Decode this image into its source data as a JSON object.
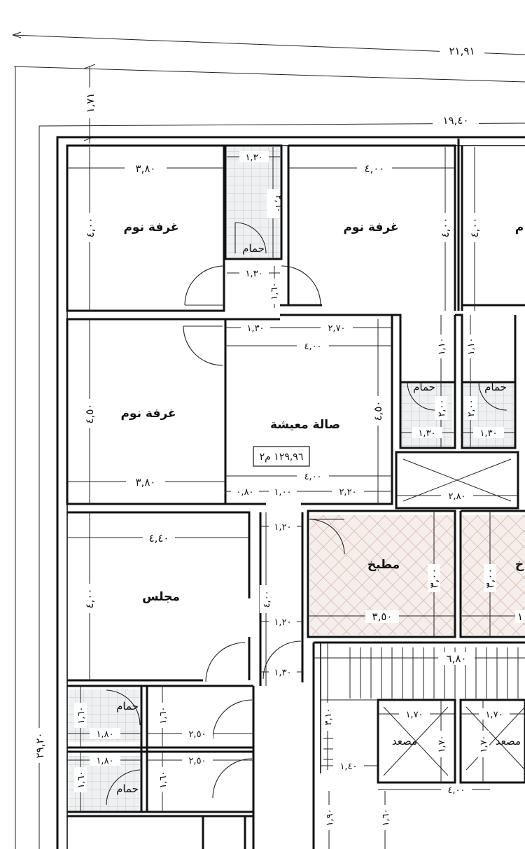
{
  "overall": {
    "top_width": "٢١,٩١",
    "inner_width": "١٩,٤٠",
    "setback": "١,٧١",
    "total_height": "٢٩,٢٠"
  },
  "rooms": {
    "bedroom_1": "غرفة نوم",
    "bedroom_2": "غرفة نوم",
    "bedroom_3": "غرفة نوم",
    "bedroom_partial": "م",
    "living": "صالة معيشة",
    "living_area": "١٢٩,٩٦ م٢",
    "kitchen": "مطبخ",
    "kitchen_partial": "خ",
    "majlis": "مجلس",
    "bath_1": "حمام",
    "bath_2": "حمام",
    "bath_3": "حمام",
    "bath_4": "حمام",
    "bath_5": "حمام",
    "elevator_1": "مصعد",
    "elevator_2": "مصعد"
  },
  "dims": {
    "bed1_w": "٣,٨٠",
    "bed1_h": "٤,٠٠",
    "bath_top_w": "١,٣٠",
    "bath_top_h": "٢,٦٠",
    "corr_w": "١,٣٠",
    "corr_h": "١,٦٠",
    "bed2_w": "٤,٠٠",
    "bed2_h": "٤,٠٠",
    "bed3_h_partial": "٤,٠٠",
    "corr2_w": "١,٣٠",
    "living_top_w": "٢,٧٠",
    "living_w": "٤,٠٠",
    "living_h": "٤,٥٠",
    "bed_left_h": "٤,٥٠",
    "bed_left_w": "٣,٨٠",
    "living_bot_w": "٤,٠٠",
    "seg_a": "٠,٨٠",
    "seg_b": "١,٠٠",
    "seg_c": "٢,٢٠",
    "bath_mid_h": "١,١٠",
    "bath_mid_h2": "١,١٠",
    "bath_mid_dim": "٢,٠٠",
    "bath_mid_dim2": "٢,٠٠",
    "bath_mid_w": "١,٣٠",
    "bath_mid_w2": "١,٣٠",
    "shaft_w": "٢,٨٠",
    "majlis_w": "٤,٤٠",
    "majlis_h": "٤,٠٠",
    "hall_1": "١,٢٠",
    "hall_2": "١,٢٠",
    "hall_3": "١,٣٠",
    "hall_h": "٤,٠٠",
    "kitchen_h": "٣,٠٠",
    "kitchen_w": "٣,٥٠",
    "kitchen2_h": "٣,٠٠",
    "kitchen2_w": "١",
    "stair_w": "٦,٨٠",
    "stair_h": "٣,١٠",
    "elev_w1": "١,٧٠",
    "elev_h1": "١,٧٠",
    "elev_w2": "١,٧٠",
    "elev_h2": "١,٧٠",
    "landing_w": "١,٤٠",
    "landing_w2": "٤,٠٠",
    "bath_b1_h": "١,٦٠",
    "bath_b1_w": "١,٨٠",
    "bath_b1_h2": "١,٦٠",
    "room_b1_w": "٢,٥٠",
    "bath_b2_w": "١,٨٠",
    "bath_b2_h": "١,٦٠",
    "bath_b2_h2": "١,٦٠",
    "room_b2_w": "٢,٥٠",
    "bottom_1": "١,٩٠",
    "bottom_2": "١,٦٠"
  }
}
